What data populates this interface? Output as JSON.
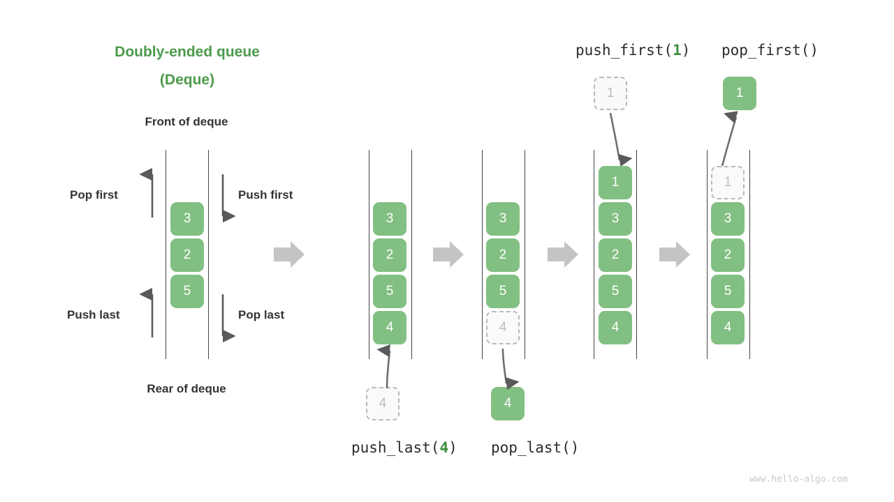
{
  "title": {
    "line1": "Doubly-ended queue",
    "line2": "(Deque)"
  },
  "labels": {
    "front": "Front of deque",
    "rear": "Rear of deque",
    "pop_first": "Pop first",
    "push_first": "Push first",
    "push_last": "Push last",
    "pop_last": "Pop last"
  },
  "captions": {
    "push_first": {
      "name": "push_first(",
      "arg": "1",
      "close": ")"
    },
    "pop_first": {
      "text": "pop_first()"
    },
    "push_last": {
      "name": "push_last(",
      "arg": "4",
      "close": ")"
    },
    "pop_last": {
      "text": "pop_last()"
    }
  },
  "colors": {
    "accent_green": "#4c9a4c",
    "box_green": "#82bf82",
    "ghost_border": "#b9b9b9",
    "ghost_fill": "#fafafa",
    "ghost_text": "#bdbdbd",
    "arrow_gray": "#6e6e6e",
    "block_arrow_gray": "#c4c4c4",
    "rail_gray": "#444444",
    "text_dark": "#333333",
    "watermark_gray": "#c9c9c9"
  },
  "panels": [
    {
      "id": "panel-overview",
      "items": [
        {
          "value": "3",
          "state": "solid"
        },
        {
          "value": "2",
          "state": "solid"
        },
        {
          "value": "5",
          "state": "solid"
        }
      ]
    },
    {
      "id": "panel-push-last-pending",
      "items": [
        {
          "value": "3",
          "state": "solid"
        },
        {
          "value": "2",
          "state": "solid"
        },
        {
          "value": "5",
          "state": "solid"
        },
        {
          "value": "4",
          "state": "solid"
        }
      ],
      "outside_below": {
        "value": "4",
        "state": "ghost"
      }
    },
    {
      "id": "panel-pop-last",
      "items": [
        {
          "value": "3",
          "state": "solid"
        },
        {
          "value": "2",
          "state": "solid"
        },
        {
          "value": "5",
          "state": "solid"
        },
        {
          "value": "4",
          "state": "ghost"
        }
      ],
      "outside_below": {
        "value": "4",
        "state": "solid"
      }
    },
    {
      "id": "panel-push-first",
      "items": [
        {
          "value": "1",
          "state": "solid"
        },
        {
          "value": "3",
          "state": "solid"
        },
        {
          "value": "2",
          "state": "solid"
        },
        {
          "value": "5",
          "state": "solid"
        },
        {
          "value": "4",
          "state": "solid"
        }
      ],
      "outside_above": {
        "value": "1",
        "state": "ghost"
      }
    },
    {
      "id": "panel-pop-first",
      "items": [
        {
          "value": "1",
          "state": "ghost"
        },
        {
          "value": "3",
          "state": "solid"
        },
        {
          "value": "2",
          "state": "solid"
        },
        {
          "value": "5",
          "state": "solid"
        },
        {
          "value": "4",
          "state": "solid"
        }
      ],
      "outside_above": {
        "value": "1",
        "state": "solid"
      }
    }
  ],
  "watermark": "www.hello-algo.com"
}
